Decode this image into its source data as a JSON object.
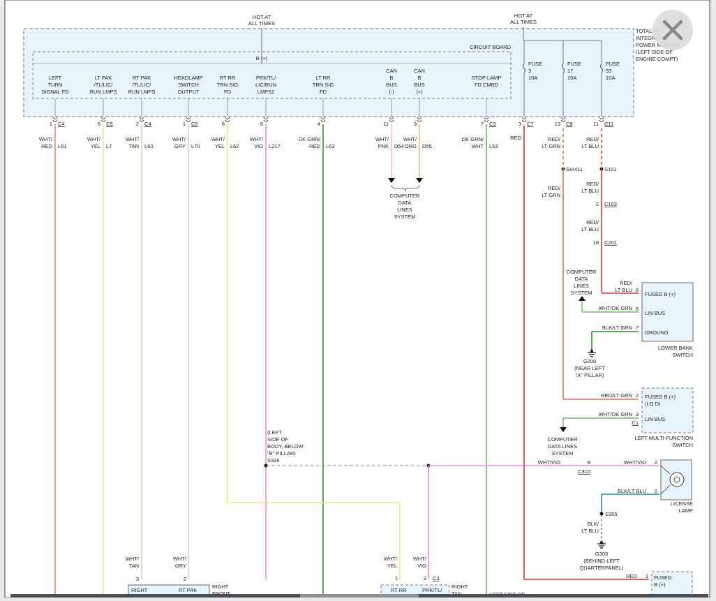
{
  "module": {
    "hot_at_all_times_1": [
      "HOT AT",
      "ALL TIMES"
    ],
    "hot_at_all_times_2": [
      "HOT AT",
      "ALL TIMES"
    ],
    "title": [
      "TOTALLY",
      "INTEGRATED",
      "POWER MODULE",
      "(LEFT SIDE OF",
      "ENGINE COMPT)"
    ],
    "circuit_board": "CIRCUIT BOARD",
    "bplus": "B (+)",
    "fuses": [
      {
        "label": [
          "FUSE",
          "3",
          "10A"
        ]
      },
      {
        "label": [
          "FUSE",
          "17",
          "10A"
        ]
      },
      {
        "label": [
          "FUSE",
          "33",
          "10A"
        ]
      }
    ],
    "outputs": [
      {
        "label": [
          "LEFT",
          "TURN",
          "SIGNAL FD"
        ],
        "pin": "1",
        "conn": "C4",
        "wire": [
          "WHT/",
          "RED"
        ],
        "circuit": "L61",
        "color": "#f08080"
      },
      {
        "label": [
          "LT PAK",
          "/TL/LIC/",
          "RUN LMPS"
        ],
        "pin": "6",
        "conn": "C5",
        "wire": [
          "WHT/",
          "YEL"
        ],
        "circuit": "L7",
        "color": "#f0e68c"
      },
      {
        "label": [
          "RT PAK",
          "/TL/LIC/",
          "RUN LMPS"
        ],
        "pin": "2",
        "conn": "C4",
        "wire": [
          "WHT/",
          "TAN"
        ],
        "circuit": "L60",
        "color": "#d8d0b8"
      },
      {
        "label": [
          "HEADLAMP",
          "SWITCH",
          "OUTPUT"
        ],
        "pin": "1",
        "conn": "C5",
        "wire": [
          "WHT/",
          "GRY"
        ],
        "circuit": "L70",
        "color": "#d0d0d0"
      },
      {
        "label": [
          "RT RR",
          "TRN SIG",
          "FD"
        ],
        "pin": "6",
        "conn": "",
        "wire": [
          "WHT/",
          "YEL"
        ],
        "circuit": "L62",
        "color": "#f0e68c"
      },
      {
        "label": [
          "PRK/TL/",
          "LIC/RUN",
          "LMPS2"
        ],
        "pin": "8",
        "conn": "",
        "wire": [
          "WHT/",
          "VIO"
        ],
        "circuit": "L217",
        "color": "#e890e0"
      },
      {
        "label": [
          "LT RR",
          "TRN SIG",
          "FD"
        ],
        "pin": "4",
        "conn": "",
        "wire": [
          "DK GRN/",
          "RED"
        ],
        "circuit": "L63",
        "color": "#3a8a3a"
      },
      {
        "label": [
          "CAN",
          "B",
          "BUS",
          "(-)"
        ],
        "pin": "11",
        "conn": "",
        "wire": [
          "WHT/",
          "PNK"
        ],
        "circuit": "D54",
        "color": "#f0c0d0"
      },
      {
        "label": [
          "CAN",
          "B",
          "BUS",
          "(+)"
        ],
        "pin": "3",
        "conn": "",
        "wire": [
          "WHT/",
          "ORG"
        ],
        "circuit": "D55",
        "color": "#f0c080"
      },
      {
        "label": [
          "STOP LAMP",
          "FD CMBD"
        ],
        "pin": "7",
        "conn": "C3",
        "wire": [
          "DK GRN/",
          "WHT"
        ],
        "circuit": "L53",
        "color": "#66bb66"
      }
    ],
    "fuse_outputs": [
      {
        "pin": "3",
        "conn": "C7",
        "wire": [
          "RED"
        ],
        "color": "#e03030"
      },
      {
        "pin": "13",
        "conn": "C8",
        "wire": [
          "RED/",
          "LT GRN"
        ],
        "color": "#e07050"
      },
      {
        "pin": "11",
        "conn": "C11",
        "wire": [
          "RED/",
          "LT BLU"
        ],
        "color": "#e07050"
      }
    ]
  },
  "labels": {
    "computer_data_1": [
      "COMPUTER",
      "DATA",
      "LINES",
      "SYSTEM"
    ],
    "sia411": "SIA411",
    "s101": "S101",
    "red_lt_grn": [
      "RED/",
      "LT GRN"
    ],
    "red_lt_blu_1": [
      "RED/",
      "LT BLU"
    ],
    "c103_pin": "2",
    "c103": "C103",
    "red_lt_blu_2": [
      "RED/",
      "LT BLU"
    ],
    "c201_pin": "18",
    "c201": "C201",
    "computer_data_2": [
      "COMPUTER",
      "DATA",
      "LINES",
      "SYSTEM"
    ],
    "red_lt_blu_3": [
      "RED/",
      "LT BLU"
    ],
    "whtdkgrn_8": "WHT/DK GRN",
    "blkltgrn_7": "BLK/LT GRN",
    "lower_bank": {
      "pins": [
        "6",
        "8",
        "7"
      ],
      "rows": [
        "FUSED B (+)",
        "LIN BUS",
        "GROUND"
      ],
      "name": [
        "LOWER BANK",
        "SWITCH"
      ]
    },
    "g200": [
      "G200",
      "(NEAR LEFT",
      "\"A\" PILLAR)"
    ],
    "lmfs": {
      "wire1": "RED/LT GRN",
      "pin1": "2",
      "row1": [
        "FUSED B (+)",
        "(I O D)"
      ],
      "wire2": "WHT/DK GRN",
      "pin2": "3",
      "conn": "C1",
      "row2": "LIN BUS",
      "name": [
        "LEFT MULTI-FUNCTION",
        "SWITCH"
      ]
    },
    "computer_data_3": [
      "COMPUTER",
      "DATA LINES",
      "SYSTEM"
    ],
    "s326": [
      "(LEFT",
      "SIDE OF",
      "BODY, BELOW",
      "\"B\" PILLAR)",
      "S326"
    ],
    "c310_pin": "8",
    "c310": "C310",
    "whtvio_a": "WHT/VIO",
    "whtvio_b": "WHT/VIO",
    "lic_pin2": "2",
    "lic_pin1": "1",
    "blkltblu": "BLK/LT BLU",
    "license_lamp": [
      "LICENSE",
      "LAMP"
    ],
    "s355": "S355",
    "blk_lt_blu": [
      "BLK/",
      "LT BLU"
    ],
    "g303": [
      "G303",
      "(BEHIND LEFT",
      "QUARTERPANEL)"
    ],
    "red_bottom": "RED",
    "fused_bottom": [
      "FUSED",
      "B (+)"
    ],
    "fused_bottom_pin": "1",
    "bot_wht_tan": [
      "WHT/",
      "TAN"
    ],
    "bot_wht_gry": [
      "WHT/",
      "GRY"
    ],
    "bot_pin3": "3",
    "bot_pin2": "2",
    "bot_right": "RIGHT",
    "bot_rtpak": "RT PAK",
    "bot_right_front": [
      "RIGHT",
      "FRONT"
    ],
    "bot_wht_yel": [
      "WHT/",
      "YEL"
    ],
    "bot_wht_vio": [
      "WHT/",
      "VIO"
    ],
    "bot_pin1": "1",
    "bot_pin2b": "2",
    "bot_c3": "C3",
    "bot_rtrr": "RT RR",
    "bot_prktl": "PRK/TL/",
    "bot_right_tail": [
      "RIGHT",
      "TAIL"
    ],
    "bot_left_side": "LEFT SIDE OF"
  },
  "close_icon": "close-icon"
}
